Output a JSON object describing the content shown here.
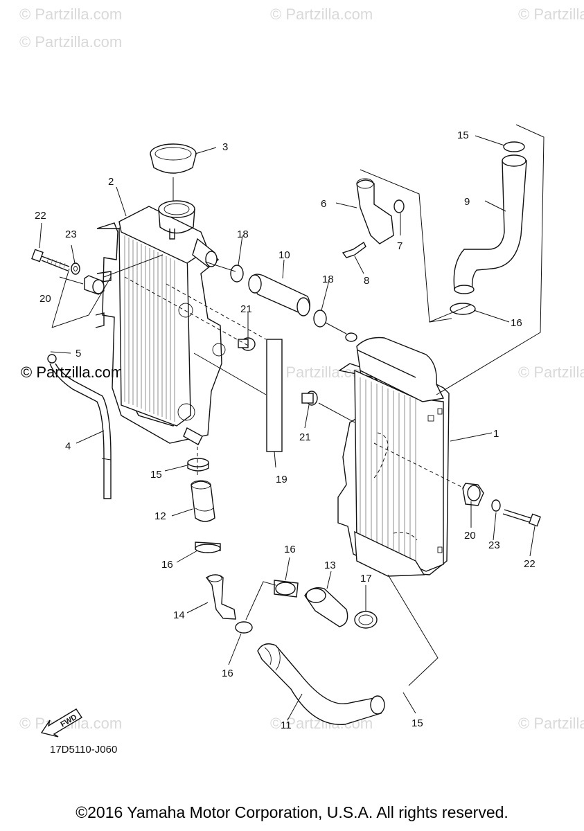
{
  "watermarks": {
    "text": "© Partzilla.com",
    "prominent_text": "© Partzilla.com"
  },
  "callouts": {
    "1": "1",
    "2": "2",
    "3": "3",
    "4": "4",
    "5": "5",
    "6": "6",
    "7": "7",
    "8": "8",
    "9": "9",
    "10": "10",
    "11": "11",
    "12": "12",
    "13": "13",
    "14": "14",
    "15": "15",
    "16": "16",
    "17": "17",
    "18": "18",
    "19": "19",
    "20": "20",
    "21": "21",
    "22": "22",
    "23": "23"
  },
  "fwd_label": "FWD",
  "diagram_code": "17D5110-J060",
  "footer": "©2016 Yamaha Motor Corporation, U.S.A. All rights reserved."
}
